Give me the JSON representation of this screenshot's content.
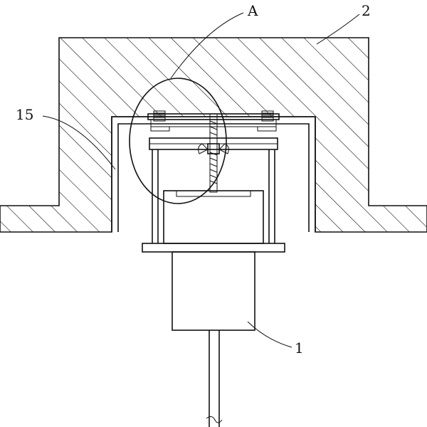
{
  "labels": {
    "detail_a": "A",
    "part_2": "2",
    "part_15": "15",
    "part_1": "1"
  },
  "colors": {
    "stroke": "#111111",
    "background": "#ffffff"
  }
}
